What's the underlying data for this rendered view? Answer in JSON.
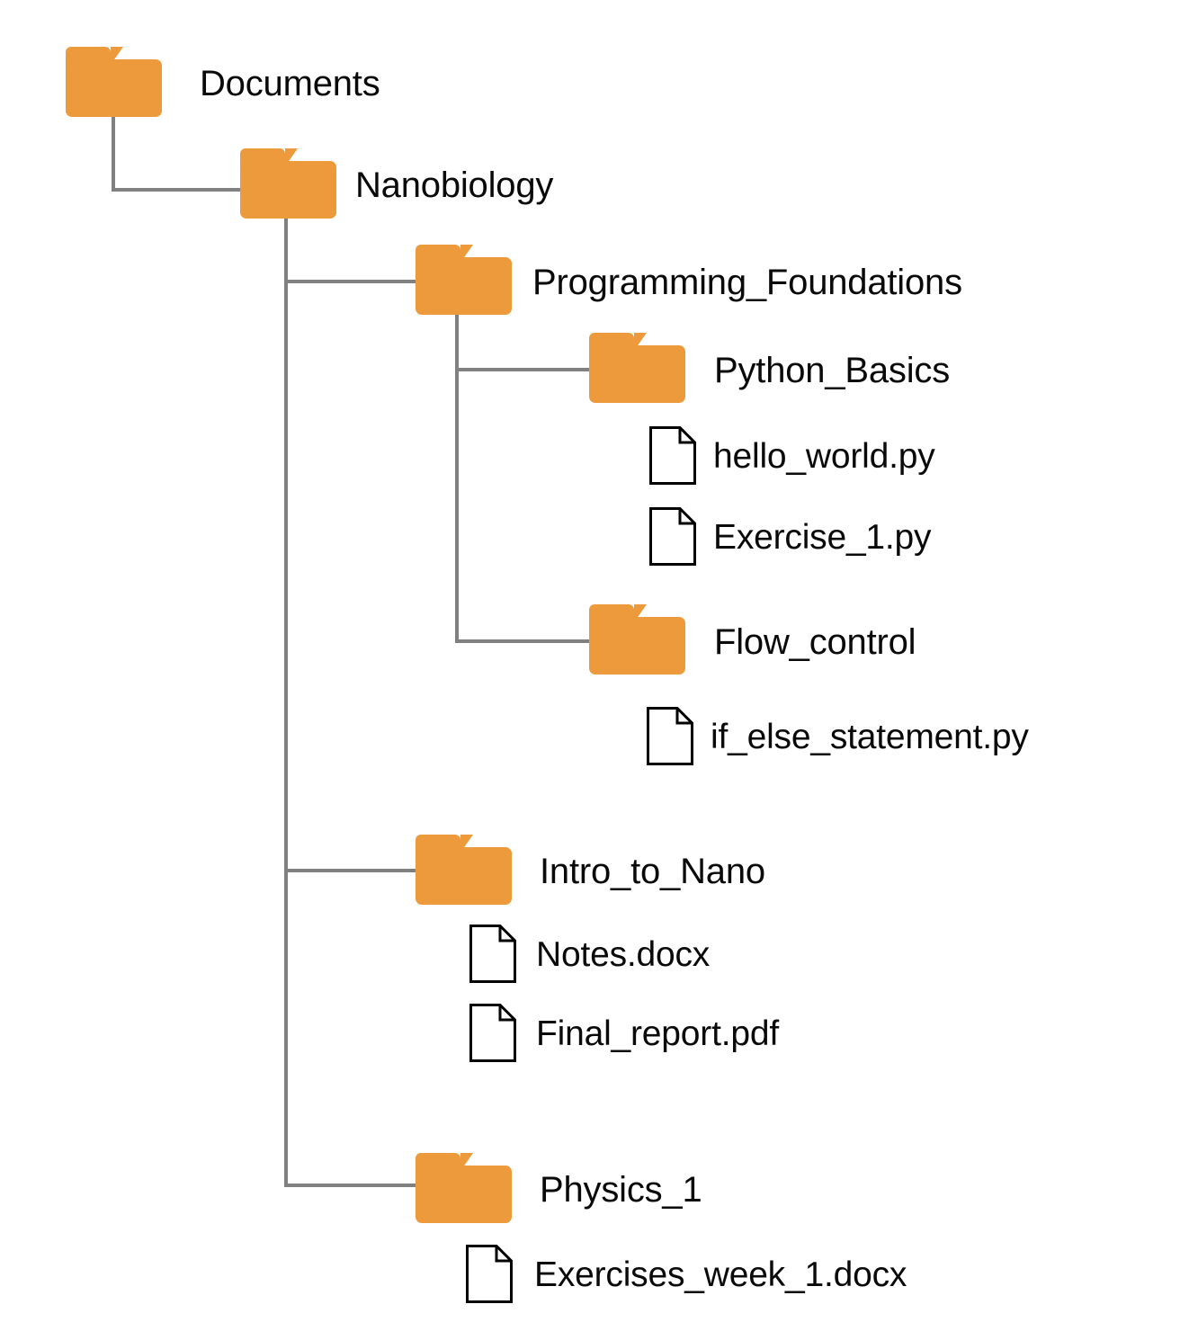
{
  "diagram": {
    "type": "file-tree",
    "title": "Documents folder hierarchy",
    "colors": {
      "folder": "#ED9A3C",
      "connector": "#808080",
      "file_outline": "#000000",
      "file_fill": "#ffffff",
      "text": "#0a0a0a",
      "background": "#ffffff"
    },
    "nodes": {
      "documents": {
        "label": "Documents",
        "kind": "folder",
        "depth": 0
      },
      "nanobiology": {
        "label": "Nanobiology",
        "kind": "folder",
        "depth": 1
      },
      "programming_foundations": {
        "label": "Programming_Foundations",
        "kind": "folder",
        "depth": 2
      },
      "python_basics": {
        "label": "Python_Basics",
        "kind": "folder",
        "depth": 3
      },
      "hello_world": {
        "label": "hello_world.py",
        "kind": "file",
        "depth": 4
      },
      "exercise_1": {
        "label": "Exercise_1.py",
        "kind": "file",
        "depth": 4
      },
      "flow_control": {
        "label": "Flow_control",
        "kind": "folder",
        "depth": 3
      },
      "if_else_statement": {
        "label": "if_else_statement.py",
        "kind": "file",
        "depth": 4
      },
      "intro_to_nano": {
        "label": "Intro_to_Nano",
        "kind": "folder",
        "depth": 2
      },
      "notes": {
        "label": "Notes.docx",
        "kind": "file",
        "depth": 3
      },
      "final_report": {
        "label": "Final_report.pdf",
        "kind": "file",
        "depth": 3
      },
      "physics_1": {
        "label": "Physics_1",
        "kind": "folder",
        "depth": 2
      },
      "exercises_week_1": {
        "label": "Exercises_week_1.docx",
        "kind": "file",
        "depth": 3
      }
    },
    "icons": {
      "folder": "folder-icon",
      "file": "file-icon"
    }
  }
}
